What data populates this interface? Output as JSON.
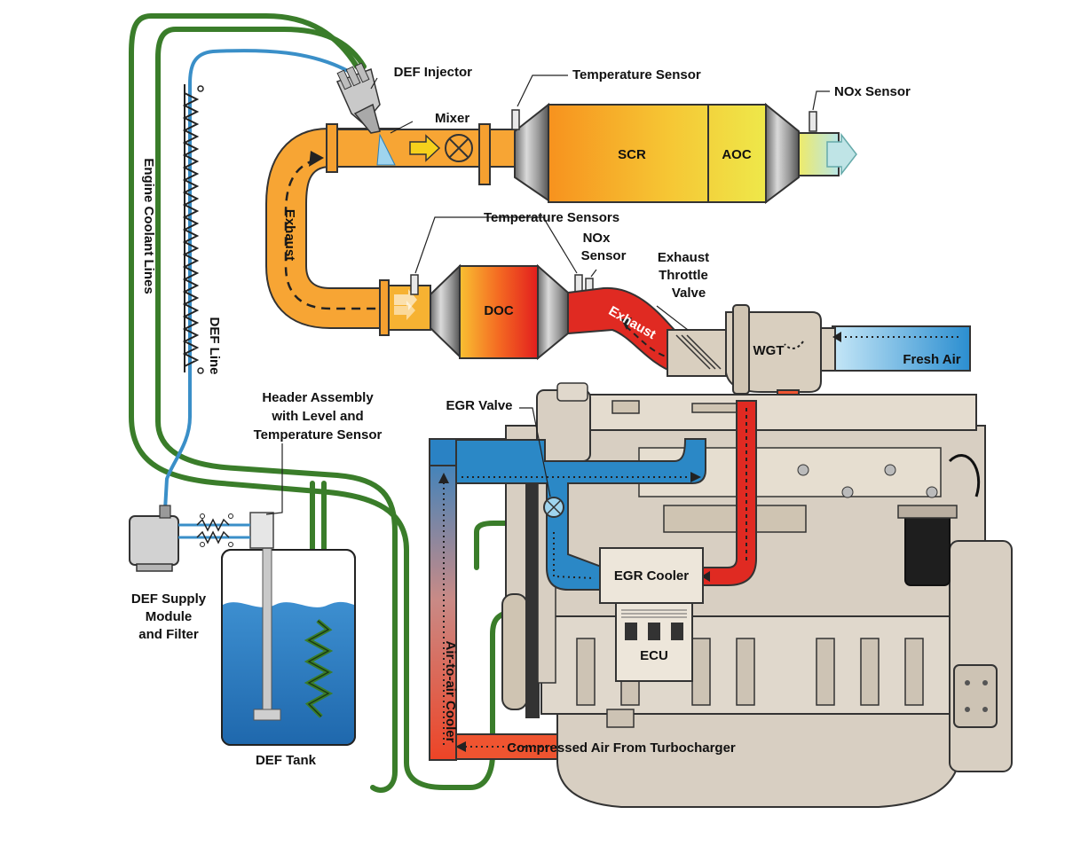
{
  "diagram": {
    "labels": {
      "def_injector": "DEF Injector",
      "temp_sensor_top": "Temperature Sensor",
      "nox_sensor_top": "NOx Sensor",
      "mixer": "Mixer",
      "scr": "SCR",
      "aoc": "AOC",
      "temp_sensors": "Temperature Sensors",
      "nox_sensor_l1": "NOx",
      "nox_sensor_l2": "Sensor",
      "exhaust_throttle_l1": "Exhaust",
      "exhaust_throttle_l2": "Throttle",
      "exhaust_throttle_l3": "Valve",
      "doc": "DOC",
      "exhaust_left": "Exhaust",
      "exhaust_right": "Exhaust",
      "wgt": "WGT",
      "fresh_air": "Fresh Air",
      "engine_coolant_lines": "Engine Coolant Lines",
      "def_line": "DEF Line",
      "egr_valve": "EGR Valve",
      "header_l1": "Header Assembly",
      "header_l2": "with Level and",
      "header_l3": "Temperature Sensor",
      "def_supply_l1": "DEF Supply",
      "def_supply_l2": "Module",
      "def_supply_l3": "and Filter",
      "def_tank": "DEF Tank",
      "egr_cooler": "EGR Cooler",
      "ecu": "ECU",
      "air_to_air_cooler": "Air-to-air Cooler",
      "compressed_air": "Compressed Air From Turbocharger"
    },
    "colors": {
      "coolant_line": "#3a7d2a",
      "def_line": "#3a8fc8",
      "hot_exhaust": "#e02a22",
      "warm_exhaust": "#f7a534",
      "intake_air": "#2b88c6",
      "compressed_air": "#ef5430",
      "def_fluid": "#2d7fc4",
      "engine_body": "#d8cfc2"
    }
  }
}
